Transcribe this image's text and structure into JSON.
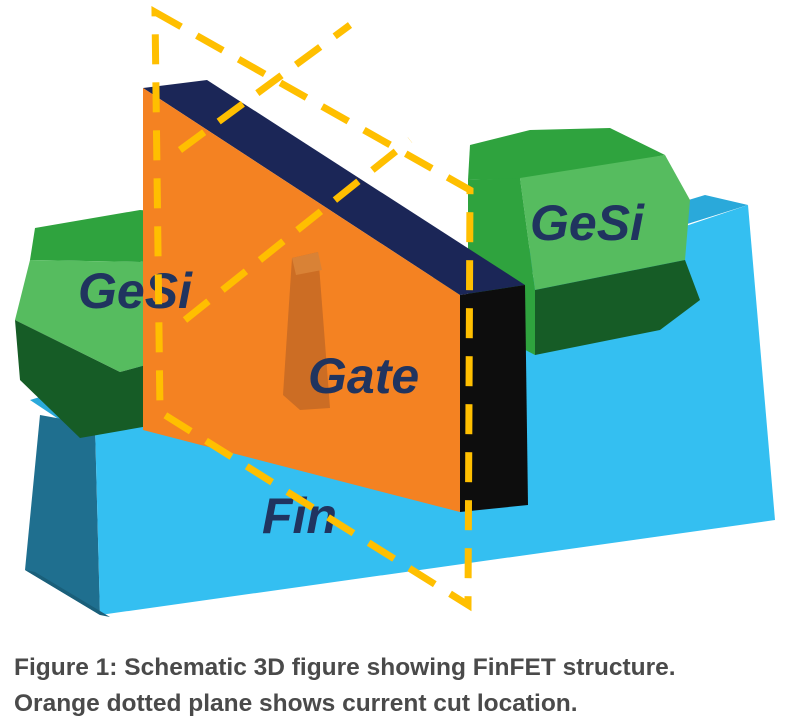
{
  "diagram": {
    "labels": {
      "left_contact": "GeSi",
      "right_contact": "GeSi",
      "gate": "Gate",
      "fin": "Fin"
    },
    "colors": {
      "fin": "#34bff1",
      "fin_side": "#1f6f8f",
      "gesi_light": "#56bc5f",
      "gesi_mid": "#2fa33e",
      "gesi_dark": "#165c26",
      "gate_front": "#f48222",
      "gate_top": "#1b2657",
      "gate_side": "#0d0d0d",
      "spacer": "#cc6d24",
      "cut_plane": "#ffbf00",
      "label_text": "#20345f"
    }
  },
  "caption": {
    "line1": "Figure 1: Schematic 3D figure showing FinFET structure.",
    "line2": "Orange dotted plane shows current cut location."
  }
}
